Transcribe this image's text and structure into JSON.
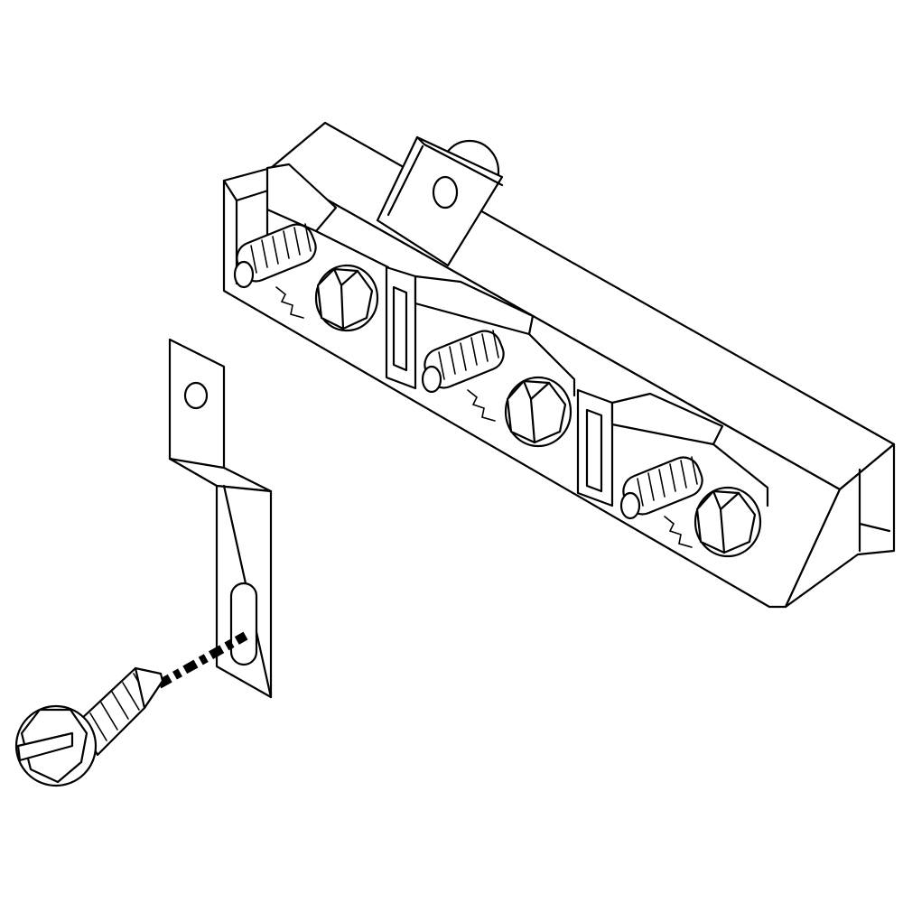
{
  "figure": {
    "kind": "exploded-parts-diagram",
    "background": "#ffffff",
    "line_color": "#000000",
    "parts": [
      {
        "name": "terminal-block",
        "terminals": 3
      },
      {
        "name": "ground-strap"
      },
      {
        "name": "mounting-screw"
      }
    ],
    "labels": []
  }
}
